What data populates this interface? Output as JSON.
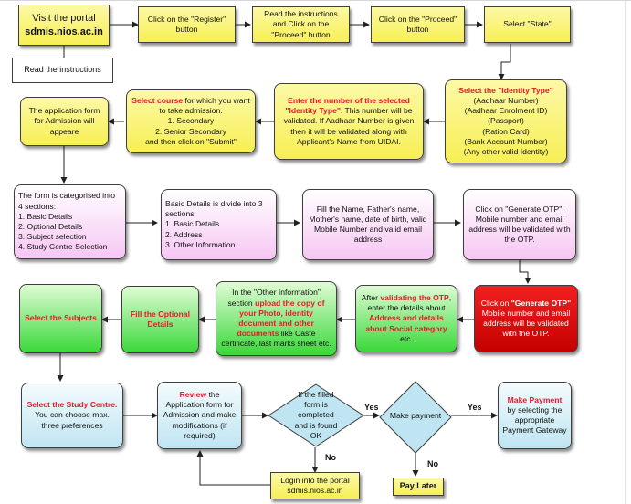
{
  "nodes": {
    "visit_portal": {
      "line1": "Visit the portal",
      "line2": "sdmis.nios.ac.in"
    },
    "read_instructions": {
      "text": "Read the instructions"
    },
    "click_register": {
      "text": "Click on the \"Register\" button"
    },
    "read_proceed": {
      "text": "Read the instructions and Click on the \"Proceed\" button"
    },
    "click_proceed": {
      "text": "Click on the \"Proceed\" button"
    },
    "select_state": {
      "text": "Select \"State\""
    },
    "identity_type": {
      "title": "Select the \"Identity Type\"",
      "options": [
        "(Aadhaar Number)",
        "(Aadhaar Enrolment ID)",
        "(Passport)",
        "(Ration Card)",
        "(Bank Account Number)",
        "(Any other valid Identity)"
      ]
    },
    "enter_identity": {
      "hl": "Enter the number of the selected \"Identity Type\"",
      "text": ". This number will be validated. If Aadhaar Number is given then it will be validated along with Applicant's Name from UIDAI."
    },
    "select_course": {
      "hl": "Select course",
      "text1": " for which you want to take admission.",
      "line2": "1. Secondary",
      "line3": "2. Senior Secondary",
      "line4": "and then click on \"Submit\""
    },
    "application_form": {
      "text": "The application form for Admission will appeare"
    },
    "form_categorised": {
      "intro": "The form is categorised into 4 sections:",
      "items": [
        "1. Basic Details",
        "2. Optional Details",
        "3. Subject selection",
        "4. Study Centre Selection"
      ]
    },
    "basic_details": {
      "intro": "Basic Details is divide into 3 sections:",
      "items": [
        "1. Basic Details",
        "2. Address",
        "3. Other Information"
      ]
    },
    "fill_name": {
      "text": "Fill the Name, Father's name, Mother's name, date of birth, valid Mobile Number and valid email address"
    },
    "click_otp": {
      "text": "Click on \"Generate OTP\". Mobile number and email address will be validated with the OTP."
    },
    "click_otp_red": {
      "pre": "Click on ",
      "hl": "\"Generate OTP\"",
      "text": " Mobile number and email address will be validated with the OTP."
    },
    "after_validating": {
      "pre": "After ",
      "hl1": "validating the OTP",
      "mid": ", enter the details about ",
      "hl2": "Address and details about Social category",
      "post": " etc."
    },
    "other_information": {
      "pre": "In the \"Other Information\" section ",
      "hl": "upload the copy of your Photo, identity document and other documents",
      "post": " like Caste certificate, last marks sheet etc."
    },
    "fill_optional": {
      "text": "Fill the Optional Details"
    },
    "select_subjects": {
      "text": "Select the Subjects"
    },
    "select_study_centre": {
      "hl": "Select the Study Centre.",
      "text": " You can choose max. three preferences"
    },
    "review": {
      "hl": "Review",
      "text": " the Application form for Admission and make modifications (if required)"
    },
    "if_filled": {
      "text": "If the filled form is completed and is found OK"
    },
    "make_payment_diamond": {
      "text": "Make payment"
    },
    "make_payment_box": {
      "hl": "Make Payment",
      "text": " by selecting the appropriate Payment Gateway"
    },
    "login": {
      "line1": "Login into the portal",
      "line2": "sdmis.nios.ac.in"
    },
    "pay_later": {
      "text": "Pay Later"
    }
  },
  "edge_labels": {
    "yes1": "Yes",
    "yes2": "Yes",
    "no1": "No",
    "no2": "No"
  },
  "colors": {
    "yellow": "#f7ef54",
    "pink": "#f6c6f3",
    "green": "#3ad83a",
    "red": "#d00000",
    "blue": "#bfe5f2",
    "highlight": "#e8172b"
  }
}
